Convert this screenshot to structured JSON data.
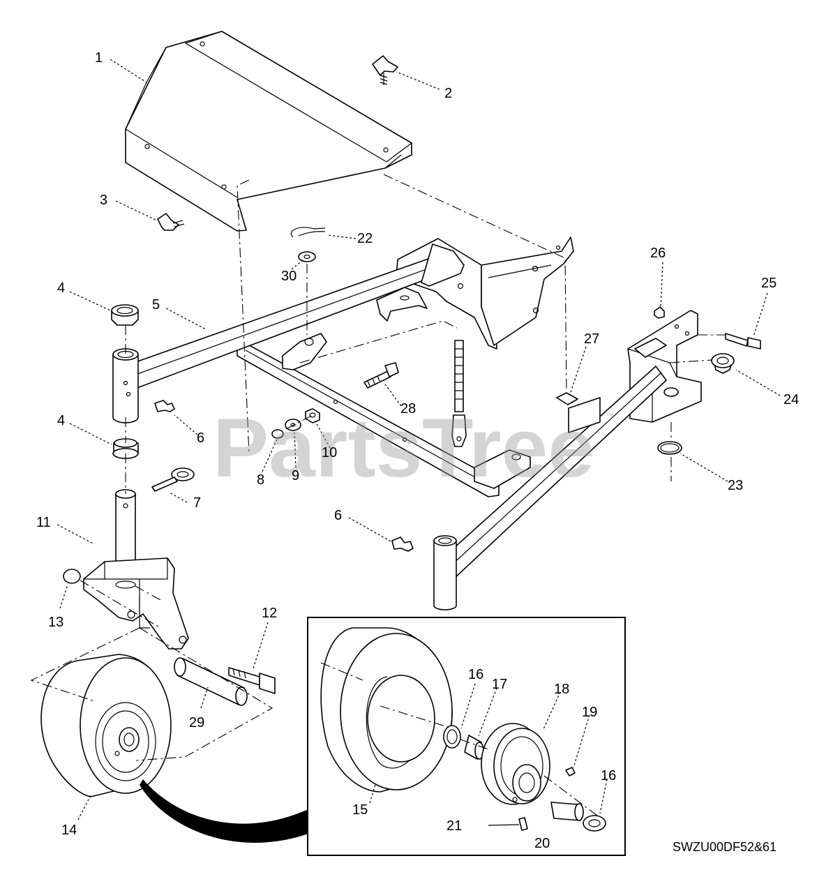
{
  "diagram": {
    "watermark": "PartsTree",
    "watermark_tm": "™",
    "drawing_code": "SWZU00DF52&61",
    "callouts": [
      "1",
      "2",
      "3",
      "22",
      "30",
      "4",
      "5",
      "26",
      "25",
      "27",
      "24",
      "6",
      "28",
      "4",
      "10",
      "9",
      "8",
      "7",
      "23",
      "11",
      "6",
      "13",
      "12",
      "16",
      "17",
      "18",
      "19",
      "29",
      "16",
      "15",
      "21",
      "20",
      "14"
    ]
  }
}
